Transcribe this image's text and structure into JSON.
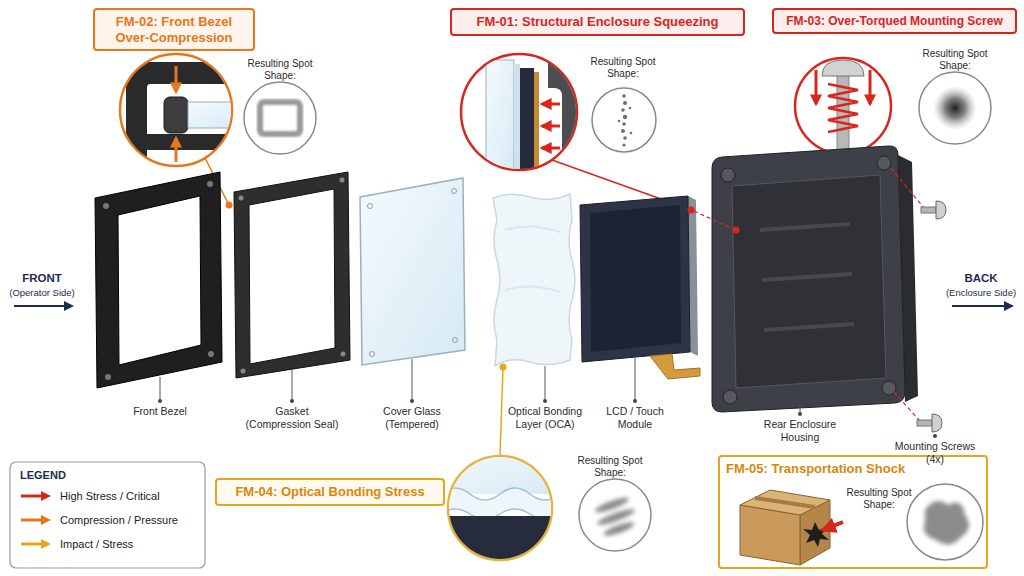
{
  "diagram": {
    "nodes": [
      {
        "text": [
          "FM-02: Front Bezel Over-Compression"
        ]
      },
      {
        "text": [
          "FM-01: Structural Enclosure Squeezing"
        ]
      },
      {
        "text": [
          "FM-03: Over-Torqued Mounting Screw"
        ]
      },
      {
        "text": [
          "FM-04: Optical Bonding Stress"
        ]
      },
      {
        "text": [
          "FM-05: Transportation Shock",
          "Resulting Spot Shape:"
        ]
      }
    ],
    "labels": [
      "Resulting Spot Shape:",
      "Resulting Spot Shape:",
      "Resulting Spot Shape:",
      "FRONT",
      "(Operator Side)",
      "BACK",
      "(Enclosure Side)",
      "Front Bezel",
      "Gasket (Compression Seal)",
      "Cover Glass (Tempered)",
      "Optical Bonding Layer (OCA)",
      "LCD / Touch Module",
      "Rear Enclosure Housing",
      "Mounting Screws (4x)",
      "LEGEND",
      "Resulting Spot Shape:"
    ],
    "legend": [
      {
        "text": "High Stress / Critical"
      },
      {
        "text": "Compression / Pressure"
      },
      {
        "text": "Impact / Stress"
      }
    ]
  }
}
